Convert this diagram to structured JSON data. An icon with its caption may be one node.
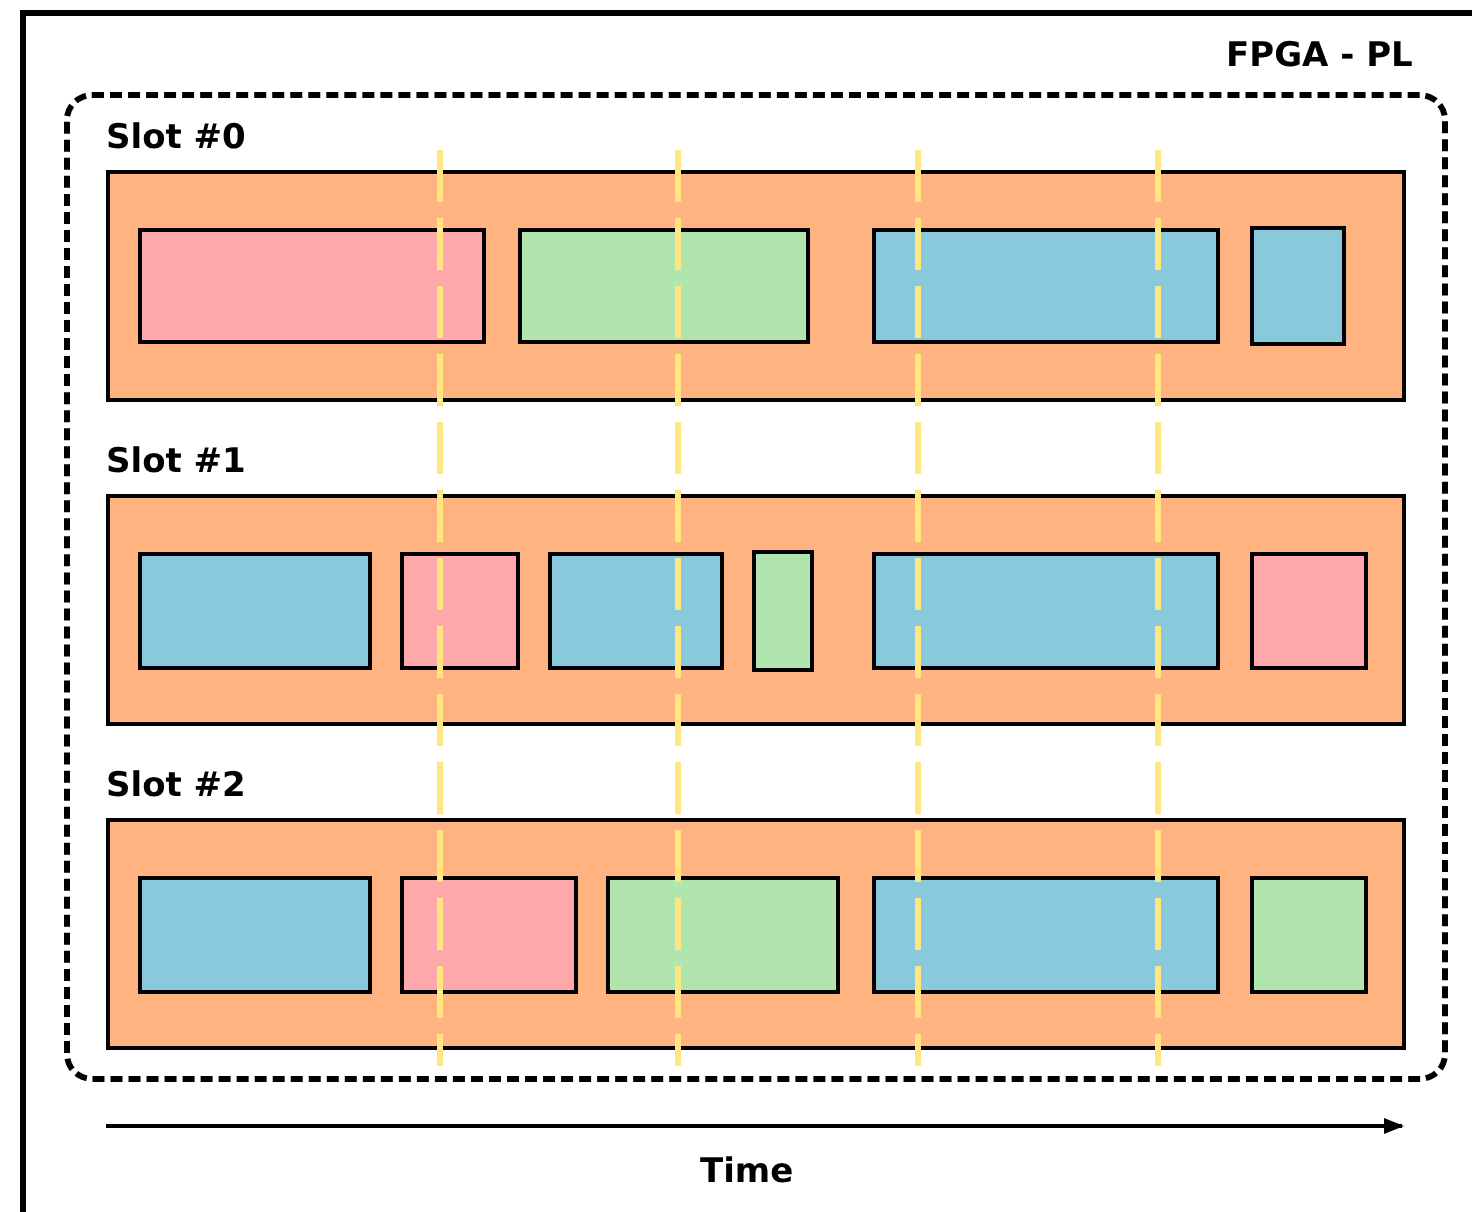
{
  "diagram": {
    "nodes": [
      {
        "text": [
          "FPGA - PL"
        ]
      },
      {
        "text": [],
        "shape": "box",
        "in": 0
      },
      {
        "text": [
          "Slot #0"
        ],
        "in": 1
      },
      {
        "text": [],
        "shape": "box",
        "in": 2
      },
      {
        "text": [],
        "shape": "box",
        "in": 2
      },
      {
        "text": [],
        "shape": "box",
        "in": 2
      },
      {
        "text": [],
        "shape": "box",
        "in": 2
      },
      {
        "text": [
          "Slot #1"
        ],
        "in": 1
      },
      {
        "text": [],
        "shape": "box",
        "in": 7
      },
      {
        "text": [],
        "shape": "box",
        "in": 7
      },
      {
        "text": [],
        "shape": "box",
        "in": 7
      },
      {
        "text": [],
        "shape": "box",
        "in": 7
      },
      {
        "text": [],
        "shape": "box",
        "in": 7
      },
      {
        "text": [],
        "shape": "box",
        "in": 7
      },
      {
        "text": [
          "Slot #2"
        ],
        "in": 1
      },
      {
        "text": [],
        "shape": "box",
        "in": 14
      },
      {
        "text": [],
        "shape": "box",
        "in": 14
      },
      {
        "text": [],
        "shape": "box",
        "in": 14
      },
      {
        "text": [],
        "shape": "box",
        "in": 14
      },
      {
        "text": [],
        "shape": "box",
        "in": 14
      }
    ],
    "edges": [],
    "labels": [
      "Time"
    ]
  }
}
